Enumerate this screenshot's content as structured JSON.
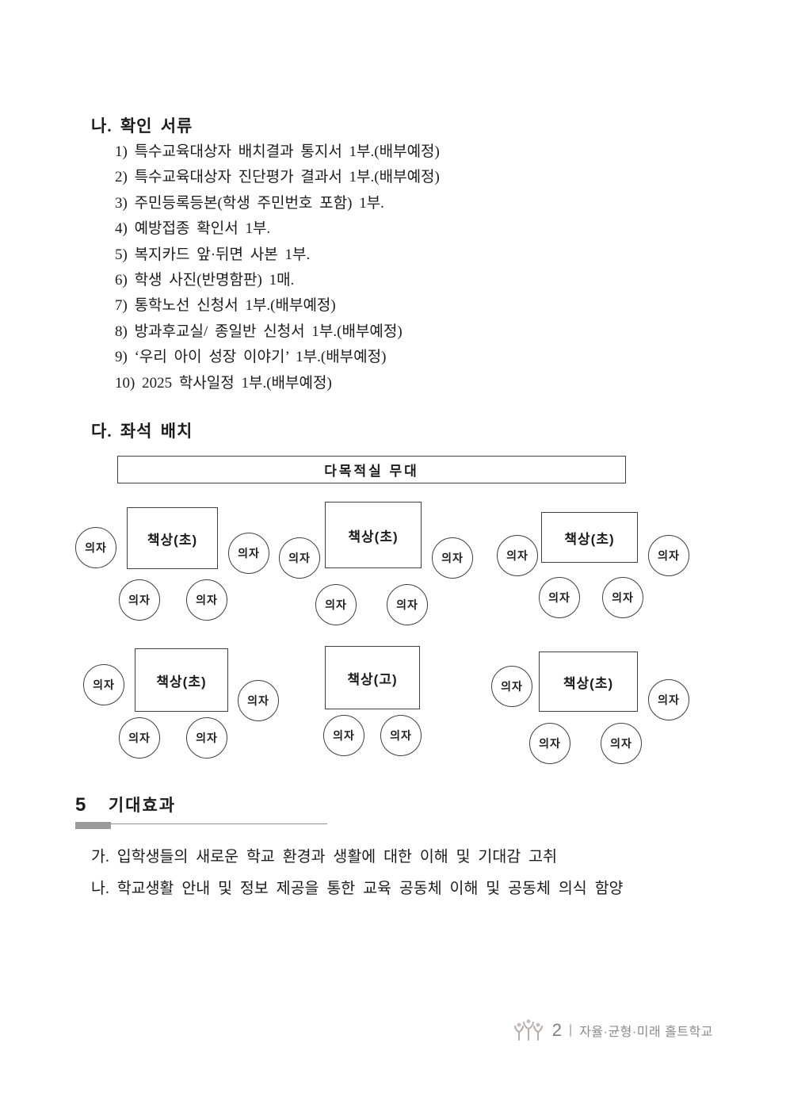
{
  "document": {
    "section_b": {
      "title": "나. 확인 서류",
      "items": [
        "1) 특수교육대상자 배치결과 통지서 1부.(배부예정)",
        "2) 특수교육대상자 진단평가 결과서 1부.(배부예정)",
        "3) 주민등록등본(학생 주민번호 포함) 1부.",
        "4) 예방접종 확인서 1부.",
        "5) 복지카드 앞·뒤면 사본 1부.",
        "6) 학생 사진(반명함판) 1매.",
        "7) 통학노선 신청서 1부.(배부예정)",
        "8) 방과후교실/ 종일반 신청서 1부.(배부예정)",
        "9) ‘우리 아이 성장 이야기’ 1부.(배부예정)",
        "10) 2025 학사일정 1부.(배부예정)"
      ]
    },
    "section_c": {
      "title": "다. 좌석 배치",
      "stage_label": "다목적실 무대",
      "chair_label": "의자",
      "desks": [
        {
          "label": "책상(초)"
        },
        {
          "label": "책상(초)"
        },
        {
          "label": "책상(초)"
        },
        {
          "label": "책상(초)"
        },
        {
          "label": "책상(고)"
        },
        {
          "label": "책상(초)"
        }
      ]
    },
    "section_5": {
      "number": "5",
      "title": "기대효과",
      "items": [
        "가. 입학생들의 새로운 학교 환경과 생활에 대한 이해 및 기대감 고취",
        "나. 학교생활 안내 및 정보 제공을 통한 교육 공동체 이해 및 공동체 의식 함양"
      ]
    },
    "footer": {
      "page_number": "2",
      "separator": "|",
      "slogan": "자율·균형·미래 홀트학교"
    },
    "colors": {
      "section_accent_gray": "#9a9a9a",
      "rule_gray": "#8f8f8f",
      "footer_gray": "#8b8b8b",
      "diagram_line": "#3f3f3f"
    },
    "icons": {
      "footer_logo": "sprouts-icon"
    }
  }
}
